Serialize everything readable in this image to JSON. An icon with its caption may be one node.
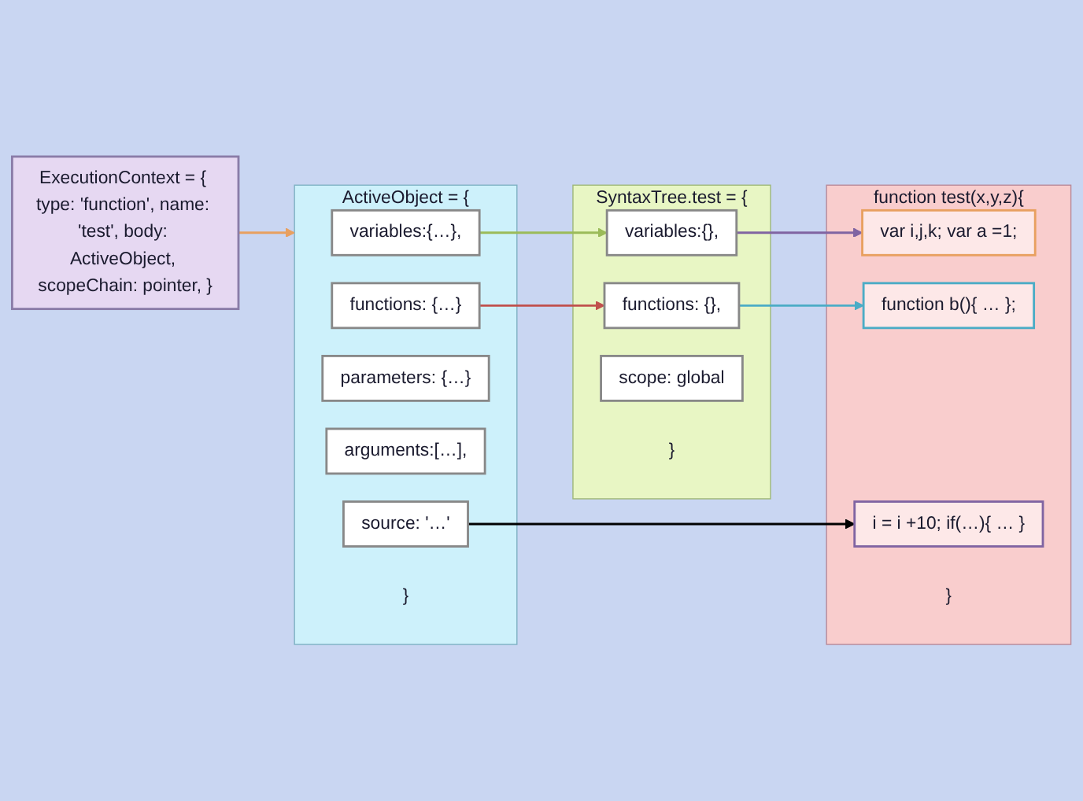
{
  "diagram": {
    "nodes": [
      {
        "text": [
          "ExecutionContext = { type: 'function', name: 'test', body: ActiveObject, scopeChain: pointer, }"
        ]
      },
      {
        "text": [
          "SyntaxTree.test = {",
          "}"
        ]
      },
      {
        "text": [
          "variables:{},"
        ],
        "in": 1
      },
      {
        "text": [
          "functions: {},"
        ],
        "in": 1
      },
      {
        "text": [
          "scope: global"
        ],
        "in": 1
      },
      {
        "text": [
          "ActiveObject = {",
          "}"
        ]
      },
      {
        "text": [
          "variables:{…},"
        ],
        "in": 5
      },
      {
        "text": [
          "functions: {…}"
        ],
        "in": 5
      },
      {
        "text": [
          "parameters: {…}"
        ],
        "in": 5
      },
      {
        "text": [
          "arguments:[…],"
        ],
        "in": 5
      },
      {
        "text": [
          "source: '…'"
        ],
        "in": 5
      },
      {
        "text": [
          "function test(x,y,z){",
          "}"
        ]
      },
      {
        "text": [
          "var i,j,k; var a =1;"
        ],
        "in": 11
      },
      {
        "text": [
          "function b(){ … };"
        ],
        "in": 11
      },
      {
        "text": [
          "i = i +10; if(…){ … }"
        ],
        "in": 11
      }
    ],
    "edges": [
      {
        "from": 0,
        "to": 5,
        "arrow": "to",
        "color": "#e8a060"
      },
      {
        "from": 6,
        "to": 2,
        "arrow": "to",
        "color": "#9bbb59"
      },
      {
        "from": 7,
        "to": 3,
        "arrow": "to",
        "color": "#c0504d"
      },
      {
        "from": 2,
        "to": 12,
        "arrow": "to",
        "color": "#8064a2"
      },
      {
        "from": 3,
        "to": 13,
        "arrow": "to",
        "color": "#4bacc6"
      },
      {
        "from": 10,
        "to": 14,
        "arrow": "to",
        "color": "#000000"
      }
    ]
  }
}
